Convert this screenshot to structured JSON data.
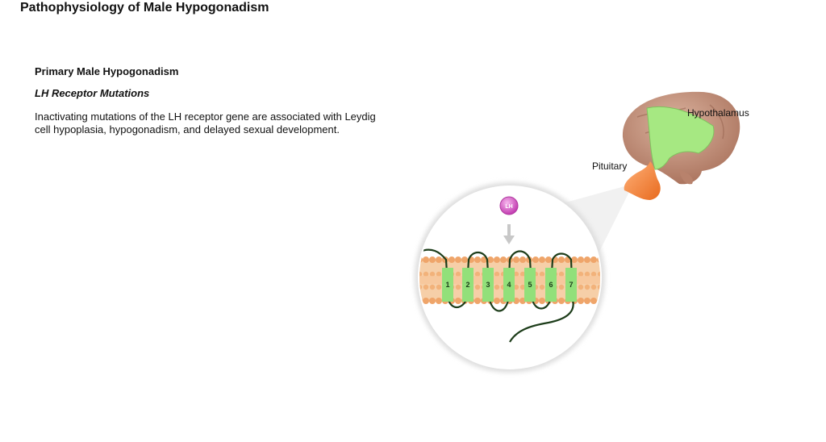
{
  "page": {
    "title": "Pathophysiology of Male Hypogonadism"
  },
  "content": {
    "section_heading": "Primary Male Hypogonadism",
    "sub_heading": "LH Receptor Mutations",
    "body": "Inactivating mutations of the LH receptor gene are associated with Leydig cell hypoplasia, hypogonadism, and delayed sexual development."
  },
  "diagram": {
    "hypothalamus_label": "Hypothalamus",
    "pituitary_label": "Pituitary",
    "hormone_label": "LH",
    "helix_labels": [
      "1",
      "2",
      "3",
      "4",
      "5",
      "6",
      "7"
    ],
    "colors": {
      "brain": "#c49078",
      "hypothalamus": "#9fe37d",
      "pituitary": "#f5924a",
      "membrane": "#f2b27a",
      "helix": "#92e07a",
      "receptor_line": "#1d3d1a",
      "hormone": "#e36fd0"
    }
  }
}
